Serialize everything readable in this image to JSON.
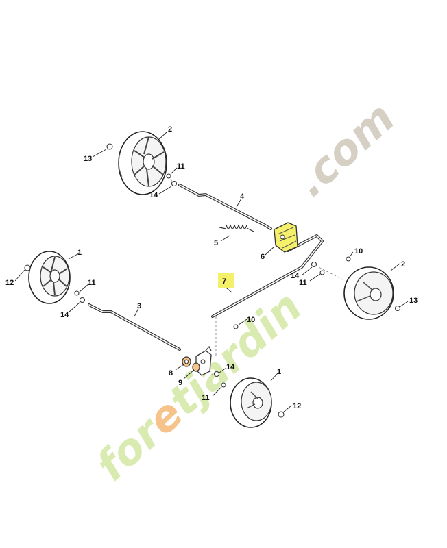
{
  "diagram": {
    "part_labels": [
      {
        "id": "lbl-1-left",
        "text": "1"
      },
      {
        "id": "lbl-1-front",
        "text": "1"
      },
      {
        "id": "lbl-2-rear",
        "text": "2"
      },
      {
        "id": "lbl-2-right",
        "text": "2"
      },
      {
        "id": "lbl-3",
        "text": "3"
      },
      {
        "id": "lbl-4",
        "text": "4"
      },
      {
        "id": "lbl-5",
        "text": "5"
      },
      {
        "id": "lbl-6",
        "text": "6"
      },
      {
        "id": "lbl-7",
        "text": "7"
      },
      {
        "id": "lbl-8",
        "text": "8"
      },
      {
        "id": "lbl-9",
        "text": "9"
      },
      {
        "id": "lbl-10-top",
        "text": "10"
      },
      {
        "id": "lbl-10-mid",
        "text": "10"
      },
      {
        "id": "lbl-11-rear",
        "text": "11"
      },
      {
        "id": "lbl-11-left",
        "text": "11"
      },
      {
        "id": "lbl-11-right",
        "text": "11"
      },
      {
        "id": "lbl-11-front",
        "text": "11"
      },
      {
        "id": "lbl-12-left",
        "text": "12"
      },
      {
        "id": "lbl-12-front",
        "text": "12"
      },
      {
        "id": "lbl-13-rear",
        "text": "13"
      },
      {
        "id": "lbl-13-right",
        "text": "13"
      },
      {
        "id": "lbl-14-rear",
        "text": "14"
      },
      {
        "id": "lbl-14-left",
        "text": "14"
      },
      {
        "id": "lbl-14-right",
        "text": "14"
      },
      {
        "id": "lbl-14-front",
        "text": "14"
      }
    ],
    "highlight_color": "#f5f06a"
  },
  "watermark": {
    "brand_part1": "for",
    "brand_accent": "e",
    "brand_part2": "tjardin",
    "brand_suffix": ".com",
    "color_green": "#d9ebb0",
    "color_orange": "#f6c48a",
    "color_grey": "#d6cfc4"
  }
}
